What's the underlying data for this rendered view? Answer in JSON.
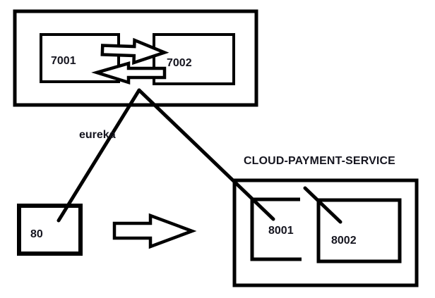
{
  "colors": {
    "stroke": "#000000",
    "text": "#15151f",
    "arrow_fill": "#ffffff",
    "background": "#ffffff"
  },
  "eureka_cluster": {
    "label": "eureka",
    "nodes": [
      {
        "port": "7001"
      },
      {
        "port": "7002"
      }
    ]
  },
  "client": {
    "port": "80"
  },
  "payment_service": {
    "title": "CLOUD-PAYMENT-SERVICE",
    "nodes": [
      {
        "port": "8001"
      },
      {
        "port": "8002"
      }
    ]
  }
}
